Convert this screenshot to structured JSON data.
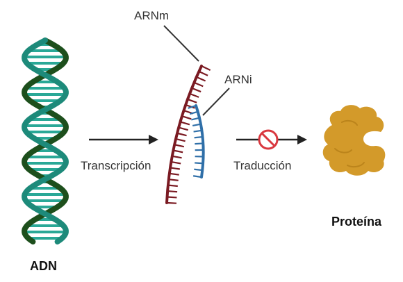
{
  "labels": {
    "dna": "ADN",
    "mrna": "ARNm",
    "rnai": "ARNi",
    "transcription": "Transcripción",
    "translation": "Traducción",
    "protein": "Proteína"
  },
  "colors": {
    "dna_strand_dark": "#1d4f1c",
    "dna_strand_teal": "#1d8a7a",
    "dna_base": "#2aa897",
    "mrna": "#7a1a22",
    "rnai": "#2f6fa8",
    "block_symbol": "#d9383f",
    "arrow": "#222222",
    "protein": "#d39a2a"
  },
  "icons": {
    "dna": "dna-double-helix-icon",
    "mrna": "mrna-strand-icon",
    "rnai": "rnai-strand-icon",
    "block": "prohibition-icon",
    "protein": "protein-blob-icon"
  }
}
